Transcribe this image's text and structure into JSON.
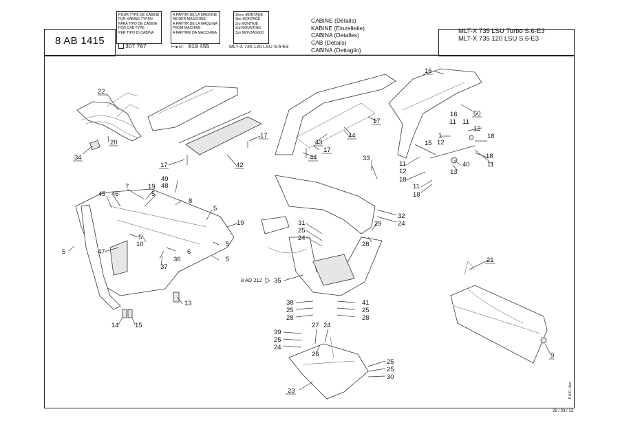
{
  "header": {
    "ref_code": "8 AB 1415",
    "cab_type_labels": [
      "POUR TYPE DE CABINE",
      "FUR KABINE TYPEN",
      "PARA TIPO DE CABINA",
      "FOR CAB TYPE",
      "PER TIPO DI CABINA"
    ],
    "cab_type_value": "307 767",
    "machine_labels": [
      "A PARTIR DE LA MACHINE",
      "AB DER MASCHINE",
      "A PARTIR DE LA MAQUINA",
      "FROM MACHINE",
      "A PARTIRE DA MACCHINA"
    ],
    "machine_prefix": "N°.",
    "machine_value": "919 455",
    "mounting_labels": [
      "3ème MONTAGE",
      "3ter MONTAGE",
      "3ro MONTAJE",
      "3rd MOUNTING",
      "3zo MONTAGGIO"
    ],
    "mounting_model": "MLT-X 735 120 LSU S.6-E3",
    "title_lines": [
      "CABINE (Détails)",
      "KABINE (Einzelteile)",
      "CABINA (Detalles)",
      "CAB (Details)",
      "CABINA (Dettaglio)"
    ],
    "models": [
      "MLT-X 735 LSU Turbo S.6-E3",
      "MLT-X 735 120 LSU S.6-E3"
    ]
  },
  "diagram": {
    "callouts": [
      "1",
      "5",
      "5",
      "5",
      "5",
      "5",
      "5",
      "6",
      "7",
      "8",
      "9",
      "10",
      "11",
      "11",
      "11",
      "11",
      "12",
      "12",
      "12",
      "13",
      "13",
      "14",
      "15",
      "16",
      "16",
      "17",
      "17",
      "17",
      "17",
      "18",
      "18",
      "18",
      "18",
      "19",
      "19",
      "20",
      "21",
      "22",
      "23",
      "24",
      "24",
      "24",
      "24",
      "24",
      "25",
      "25",
      "25",
      "25",
      "25",
      "26",
      "27",
      "28",
      "28",
      "29",
      "30",
      "31",
      "32",
      "33",
      "34",
      "36",
      "37",
      "38",
      "39",
      "40",
      "41",
      "42",
      "43",
      "44",
      "44",
      "45",
      "46",
      "47",
      "48",
      "49",
      "50"
    ],
    "cross_ref": "8 AD 212",
    "cross_ref_item": "35"
  },
  "footer": {
    "date": "26 / 03 / 13",
    "side_note": "P.A.D. Illus"
  }
}
